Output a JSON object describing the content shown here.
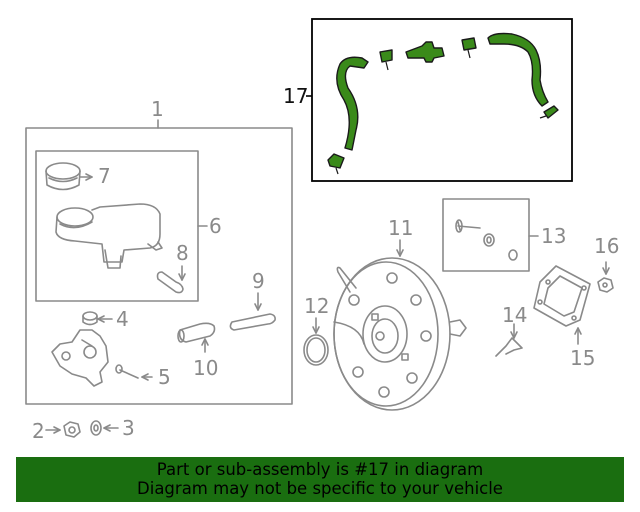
{
  "callouts": {
    "c1": "1",
    "c2": "2",
    "c3": "3",
    "c4": "4",
    "c5": "5",
    "c6": "6",
    "c7": "7",
    "c8": "8",
    "c9": "9",
    "c10": "10",
    "c11": "11",
    "c12": "12",
    "c13": "13",
    "c14": "14",
    "c15": "15",
    "c16": "16",
    "c17": "17"
  },
  "highlight": {
    "part_number": "17",
    "color": "#3a8a1a"
  },
  "colors": {
    "line": "#8a8a8a",
    "highlight_fill": "#3a8a1a",
    "banner_bg": "#1a6e10"
  },
  "banner": {
    "line1": "Part or sub-assembly is #17 in diagram",
    "line2": "Diagram may not be specific to your vehicle"
  }
}
